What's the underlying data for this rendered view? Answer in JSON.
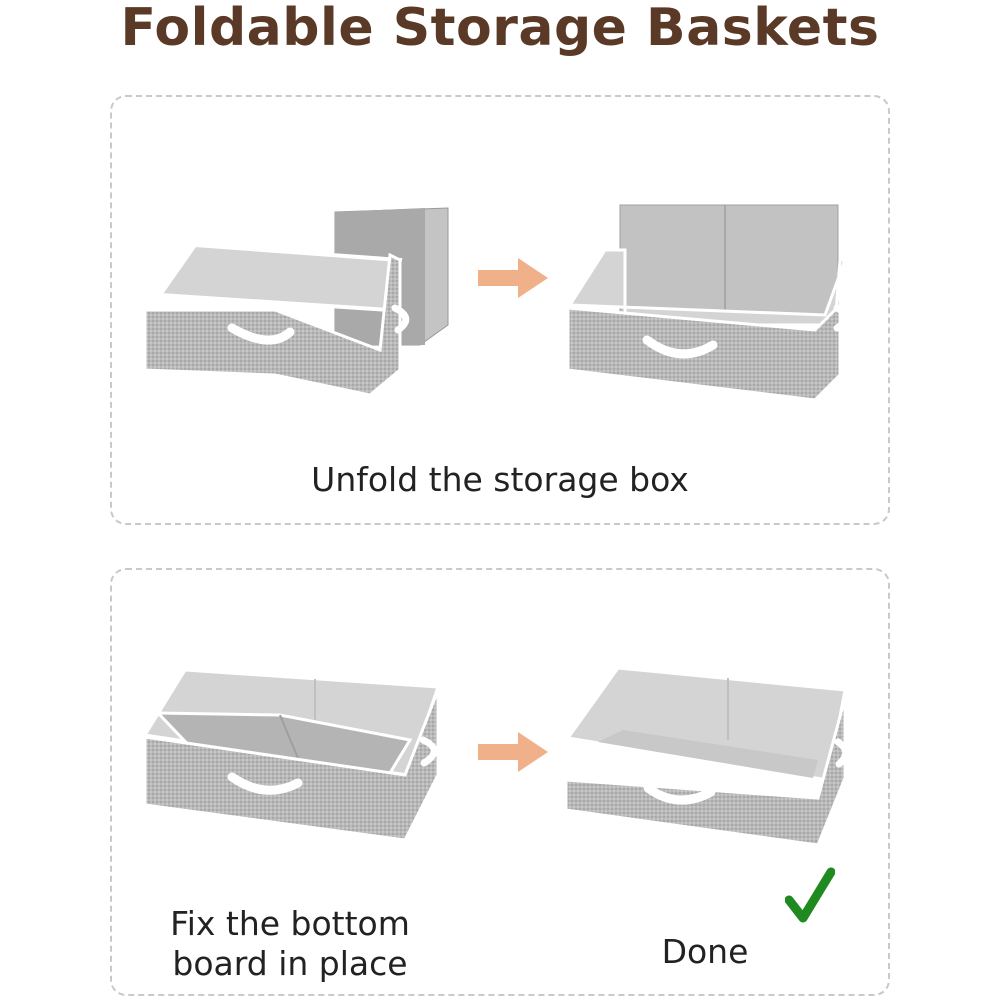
{
  "title": "Foldable Storage Baskets",
  "steps": [
    {
      "caption": "Unfold the storage box"
    },
    {
      "caption": "Fix the bottom board in place"
    },
    {
      "caption": "Done"
    }
  ],
  "colors": {
    "title": "#5a3a26",
    "arrow": "#f0b08a",
    "check": "#1f8a1f",
    "fabric": "#b9b9b9",
    "fabric_inner": "#d4d4d4",
    "trim": "#ffffff",
    "border": "#c9c9c9"
  },
  "icons": {
    "arrow": "arrow-right-icon",
    "check": "checkmark-icon"
  }
}
